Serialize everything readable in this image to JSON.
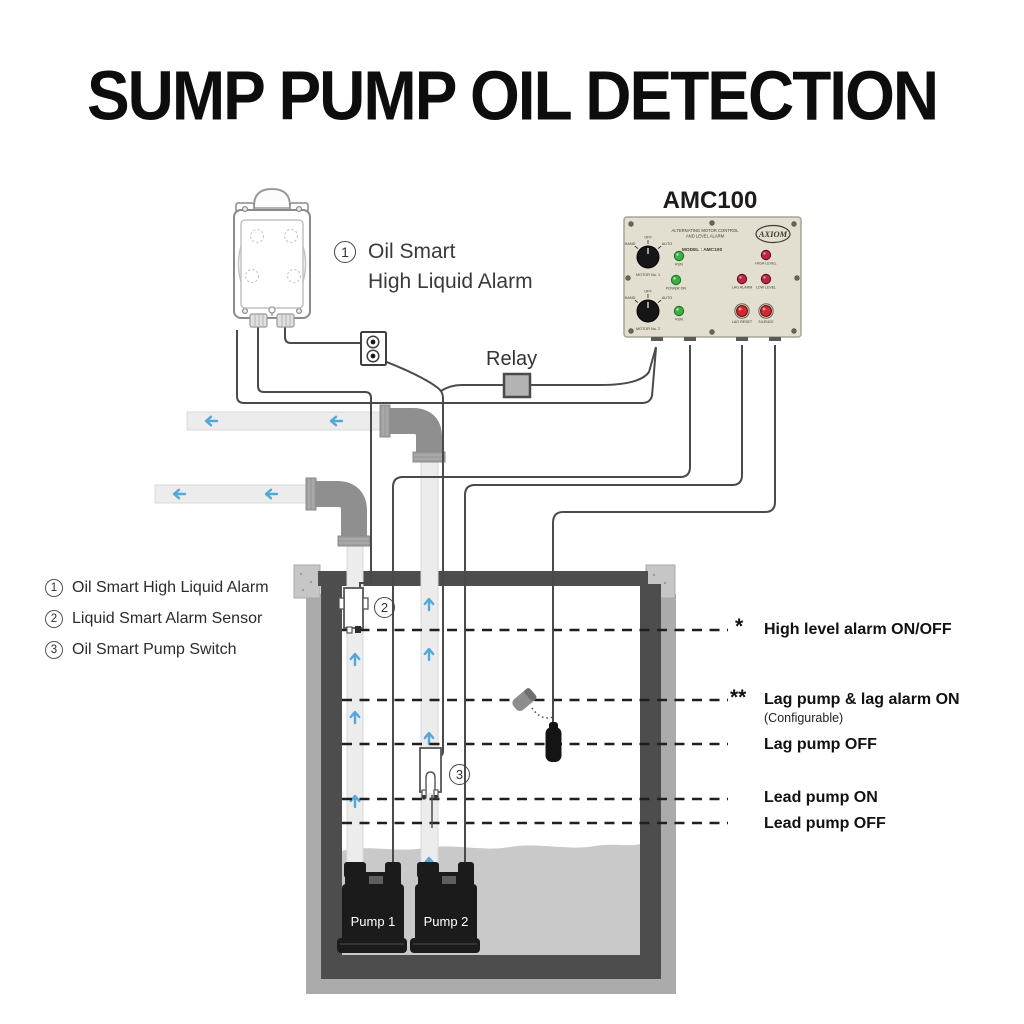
{
  "title": "SUMP PUMP OIL DETECTION",
  "callout": {
    "num": "1",
    "line1": "Oil Smart",
    "line2": "High Liquid Alarm"
  },
  "relay": {
    "label": "Relay"
  },
  "panel": {
    "name": "AMC100",
    "header1": "ALTERNATING MOTOR CONTROL",
    "header2": "AND LEVEL ALARM",
    "model": "MODEL : AMC100",
    "brand": "AXIOM",
    "knob1": {
      "hand": "HAND",
      "off": "OFF",
      "auto": "AUTO",
      "label": "MOTOR No. 1",
      "run": "RUN"
    },
    "knob2": {
      "hand": "HAND",
      "off": "OFF",
      "auto": "AUTO",
      "label": "MOTOR No. 2",
      "run": "RUN"
    },
    "power": "POWER ON",
    "high_level": "HIGH LEVEL",
    "lag_alarm": "LAG ALARM",
    "low_level": "LOW LEVEL",
    "lag_reset": "LAG RESET",
    "silence": "SILENCE"
  },
  "legend": [
    {
      "num": "1",
      "label": "Oil Smart High Liquid Alarm"
    },
    {
      "num": "2",
      "label": "Liquid Smart Alarm Sensor"
    },
    {
      "num": "3",
      "label": "Oil Smart Pump Switch"
    }
  ],
  "levels": {
    "l1": {
      "marker": "*",
      "label": "High level alarm ON/OFF"
    },
    "l2": {
      "marker": "**",
      "label": "Lag pump & lag alarm ON",
      "note": "(Configurable)"
    },
    "l3": {
      "label": "Lag pump OFF"
    },
    "l4": {
      "label": "Lead pump ON"
    },
    "l5": {
      "label": "Lead pump OFF"
    }
  },
  "pit": {
    "pump1": "Pump 1",
    "pump2": "Pump 2",
    "sensor2": "2",
    "sensor3": "3"
  },
  "colors": {
    "arrow": "#54a7d7",
    "wire": "#4a4a4a",
    "water": "#c9c9c9",
    "panel": "#e3dfd0"
  }
}
